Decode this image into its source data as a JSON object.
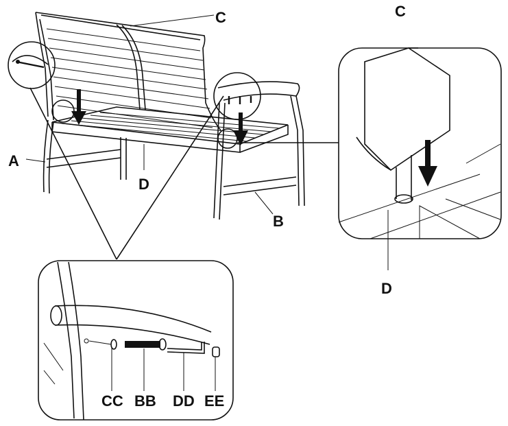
{
  "labels": {
    "seat_arm_left": "A",
    "seat_arm_right": "B",
    "backrest_top": "C",
    "seat_front": "D",
    "detail_right_top": "C",
    "detail_right_bottom": "D",
    "washer": "CC",
    "bolt": "BB",
    "allen_key": "DD",
    "cap": "EE"
  },
  "colors": {
    "ink": "#111111",
    "paper": "#ffffff"
  },
  "icons": [
    "down-arrow-icon",
    "bolt-icon",
    "washer-icon",
    "allen-key-icon",
    "cap-nut-icon"
  ]
}
